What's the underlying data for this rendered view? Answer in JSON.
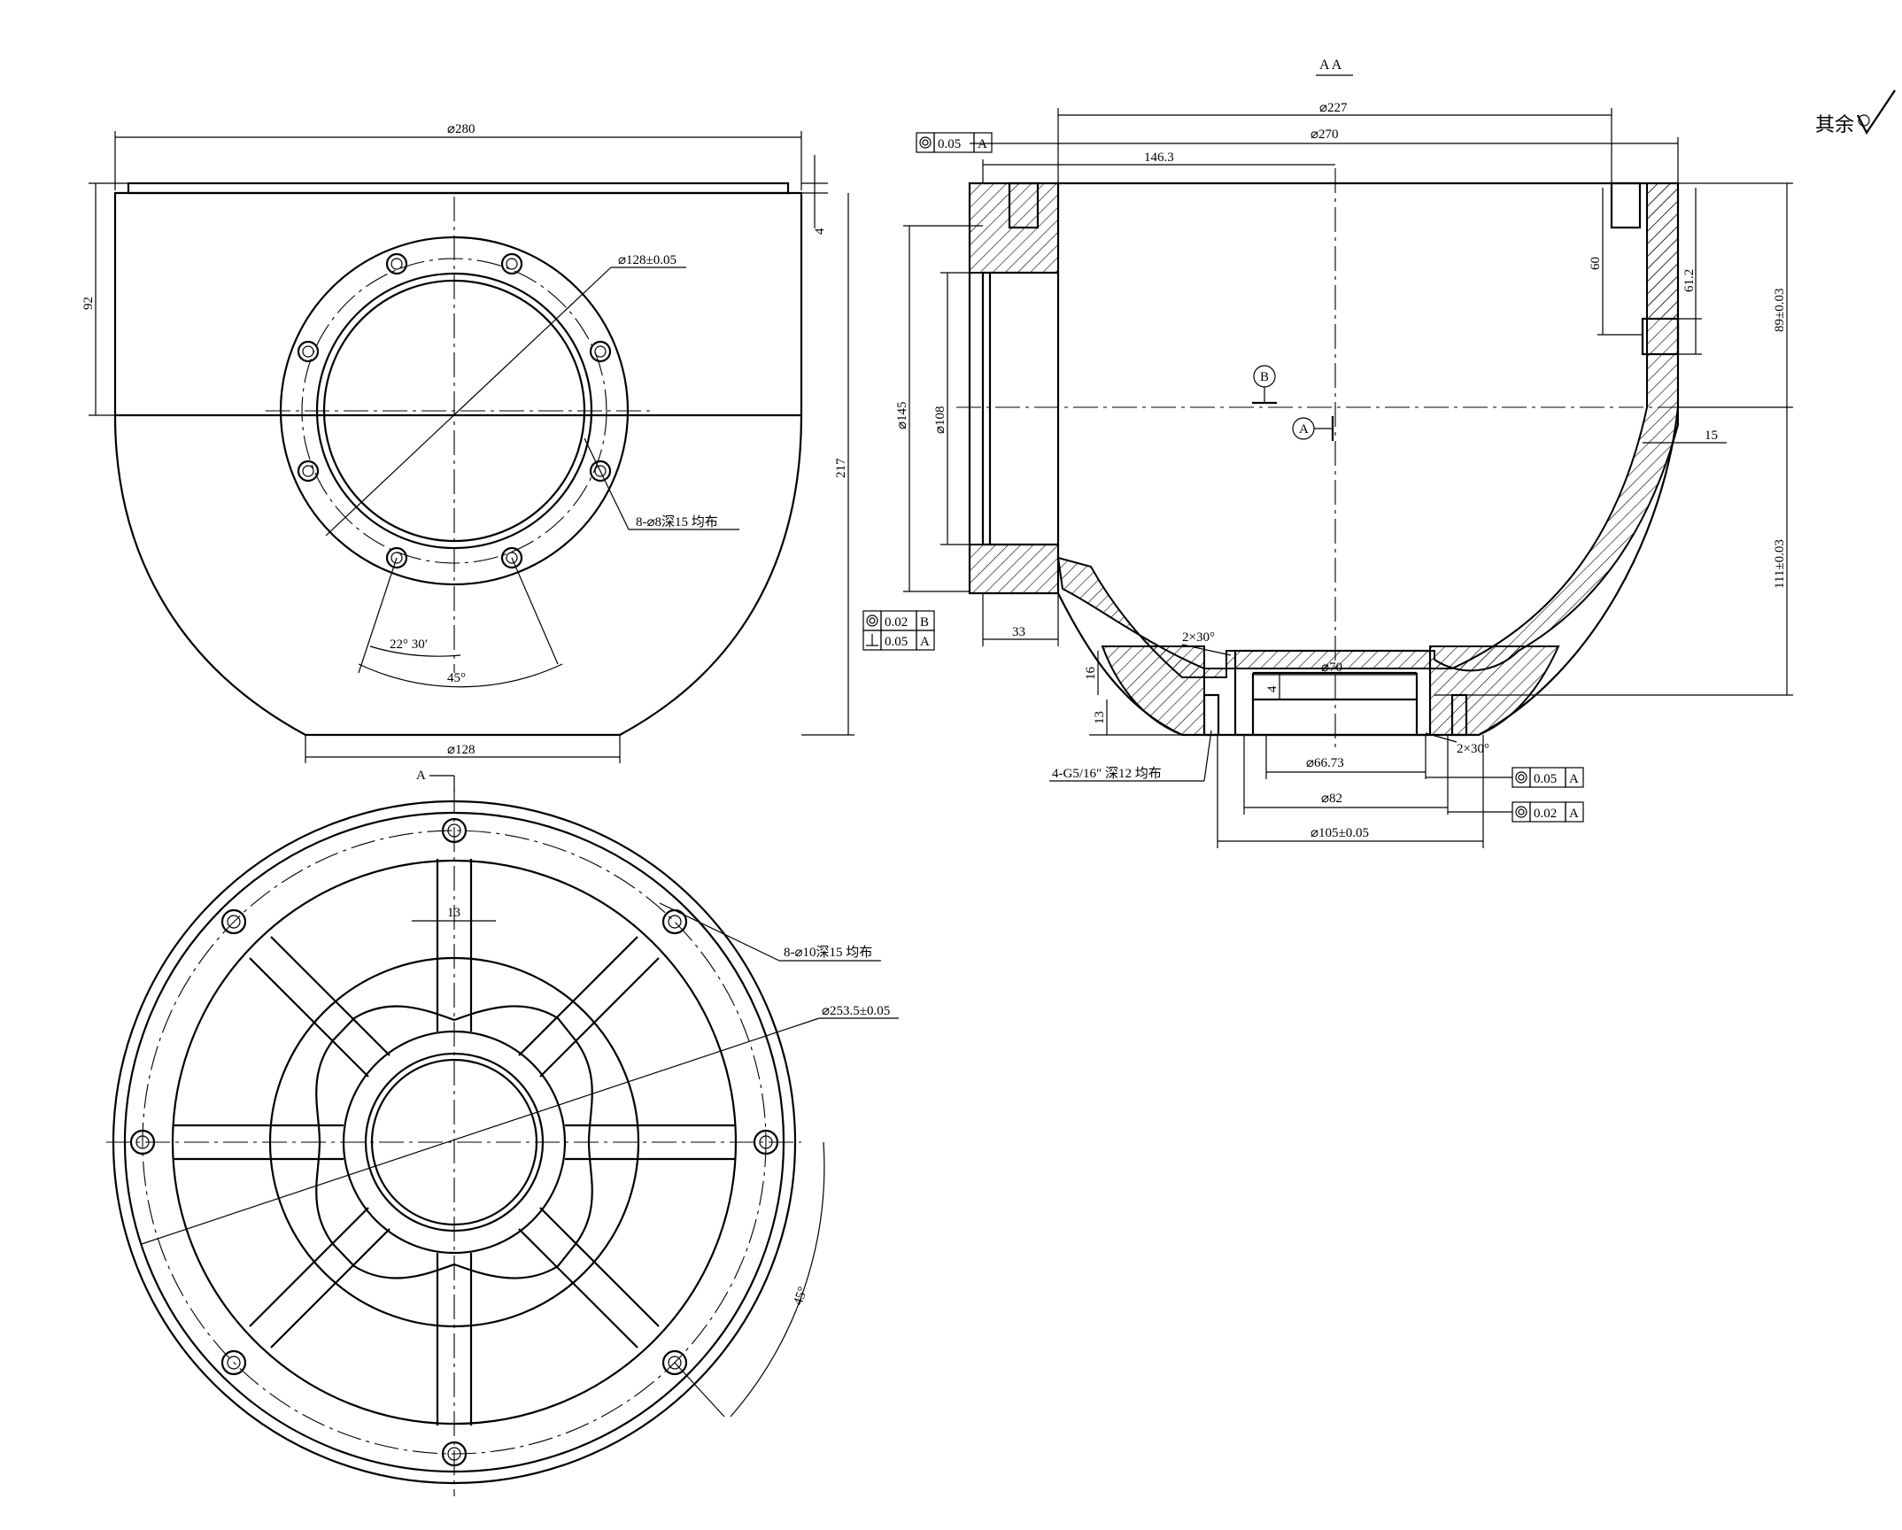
{
  "section_label": "A A",
  "surface_note": "其余",
  "view_marker": "A",
  "front_view": {
    "dims": {
      "d280": "⌀280",
      "d128": "⌀128",
      "d128tol": "⌀128±0.05",
      "h92": "92",
      "h217": "217",
      "t4": "4",
      "holes": "8-⌀8深15 均布",
      "ang1": "22° 30′",
      "ang2": "45°"
    }
  },
  "bottom_view": {
    "dims": {
      "w13": "13",
      "holes": "8-⌀10深15 均布",
      "d2535": "⌀253.5±0.05",
      "ang": "45°"
    }
  },
  "section_view": {
    "dims": {
      "d227": "⌀227",
      "d270": "⌀270",
      "l1463": "146.3",
      "d145": "⌀145",
      "d108": "⌀108",
      "w33": "33",
      "h60": "60",
      "h612": "61.2",
      "h89": "89±0.03",
      "h111": "111±0.03",
      "w15": "15",
      "ch1": "2×30°",
      "ch2": "2×30°",
      "h16": "16",
      "h13": "13",
      "h4": "4",
      "d70": "⌀70",
      "d6673": "⌀66.73",
      "d82": "⌀82",
      "d105": "⌀105±0.05",
      "thread": "4-G5/16″ 深12 均布"
    },
    "datums": {
      "a": "A",
      "b": "B"
    },
    "fcf": {
      "top": {
        "tol": "0.05",
        "ref": "A"
      },
      "left1": {
        "tol": "0.02",
        "ref": "B"
      },
      "left2": {
        "tol": "0.05",
        "ref": "A"
      },
      "right1": {
        "tol": "0.05",
        "ref": "A"
      },
      "right2": {
        "tol": "0.02",
        "ref": "A"
      }
    }
  }
}
